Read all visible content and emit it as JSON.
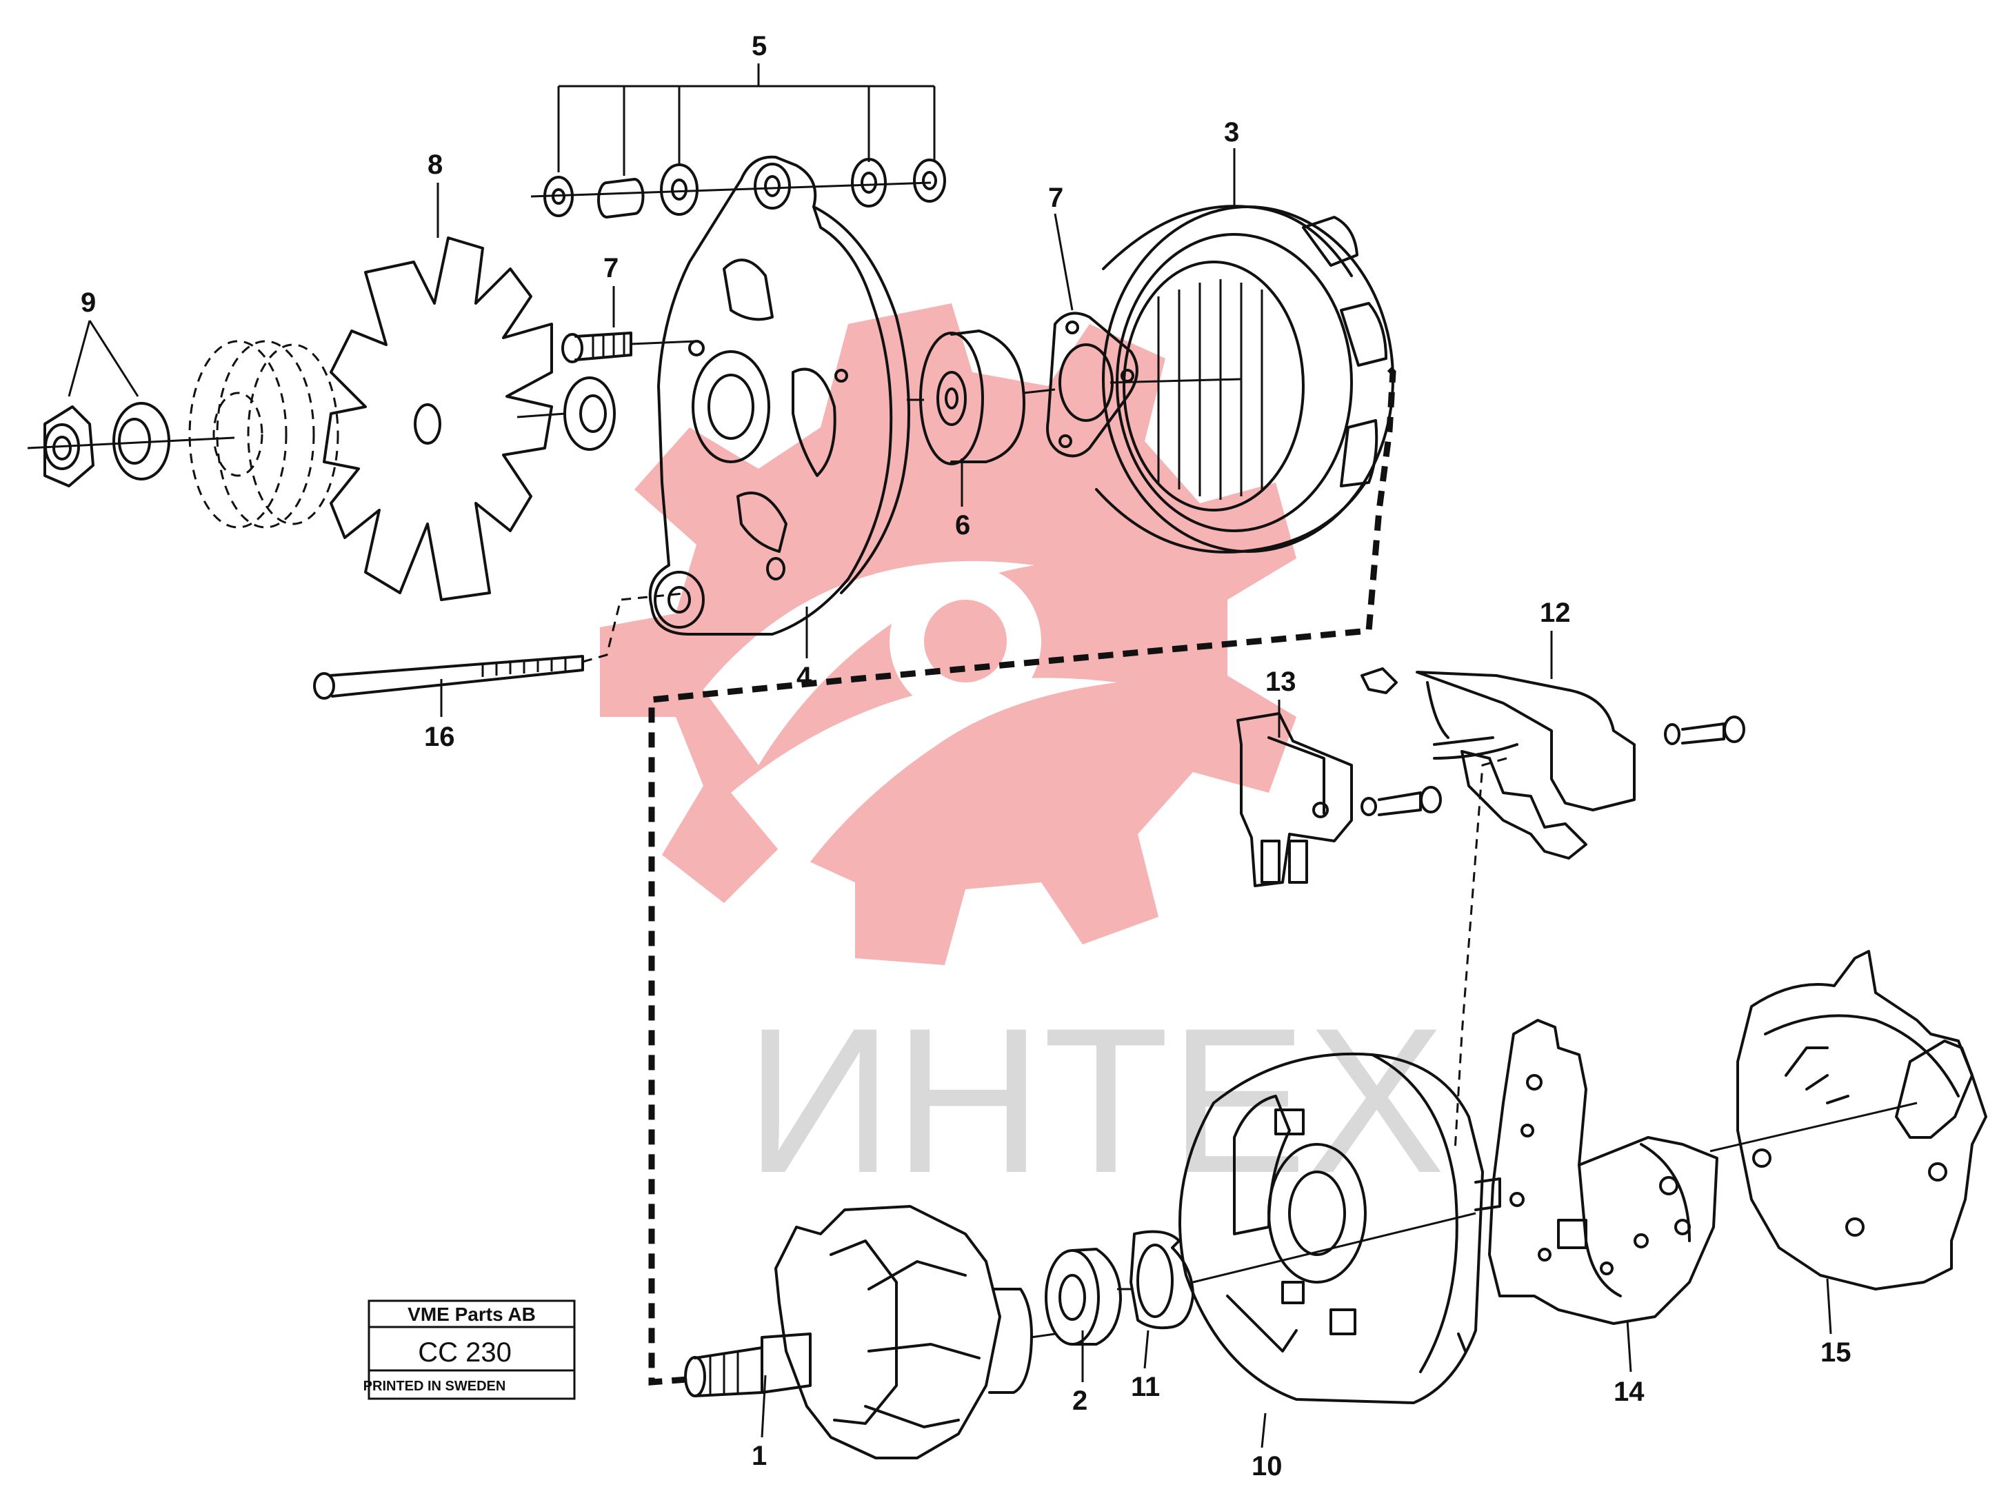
{
  "diagram": {
    "callouts": {
      "c1": "1",
      "c2": "2",
      "c3": "3",
      "c4": "4",
      "c5": "5",
      "c6": "6",
      "c7a": "7",
      "c7b": "7",
      "c8": "8",
      "c9": "9",
      "c10": "10",
      "c11": "11",
      "c12": "12",
      "c13": "13",
      "c14": "14",
      "c15": "15",
      "c16": "16"
    },
    "stamp": {
      "company": "VME Parts AB",
      "code": "CC 230",
      "printed": "PRINTED IN SWEDEN"
    },
    "watermark": {
      "text": "ИНТЕХ",
      "color": "#f5b3b3"
    }
  }
}
